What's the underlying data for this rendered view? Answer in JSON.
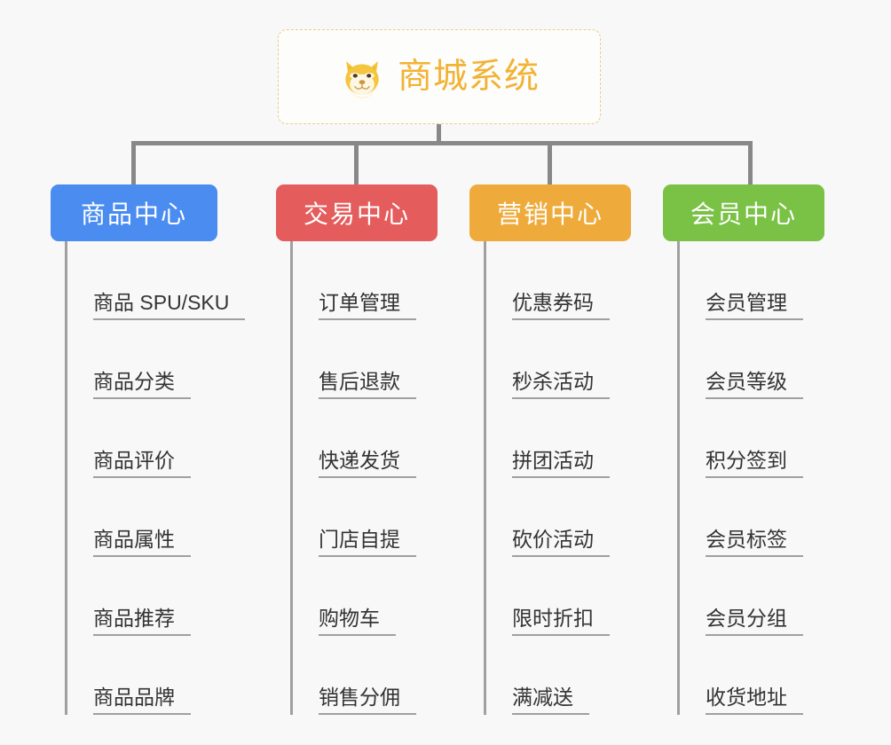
{
  "page": {
    "background_color": "#f8f8f8",
    "connector_color": "#888888",
    "spine_color": "#a0a0a0"
  },
  "root": {
    "title": "商城系统",
    "icon": "shiba-dog-face-icon",
    "text_color": "#f2b234",
    "border_color": "#f0c98a"
  },
  "columns": [
    {
      "header": "商品中心",
      "color": "#4a8cf0",
      "items": [
        "商品 SPU/SKU",
        "商品分类",
        "商品评价",
        "商品属性",
        "商品推荐",
        "商品品牌"
      ]
    },
    {
      "header": "交易中心",
      "color": "#e45c5c",
      "items": [
        "订单管理",
        "售后退款",
        "快递发货",
        "门店自提",
        "购物车",
        "销售分佣"
      ]
    },
    {
      "header": "营销中心",
      "color": "#eeab3b",
      "items": [
        "优惠券码",
        "秒杀活动",
        "拼团活动",
        "砍价活动",
        "限时折扣",
        "满减送"
      ]
    },
    {
      "header": "会员中心",
      "color": "#78c košs"
    }
  ]
}
